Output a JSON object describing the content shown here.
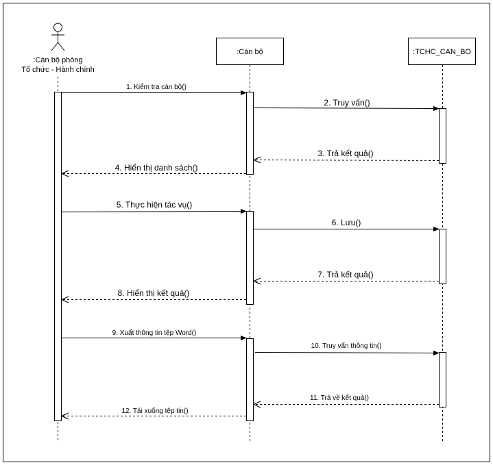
{
  "participants": [
    {
      "id": "actor",
      "kind": "actor",
      "label_line1": ":Cán bộ phòng",
      "label_line2": "Tổ chức - Hành chính"
    },
    {
      "id": "canbo",
      "kind": "object",
      "label": ":Cán bộ"
    },
    {
      "id": "db",
      "kind": "object",
      "label": ":TCHC_CAN_BO"
    }
  ],
  "messages": [
    {
      "n": 1,
      "label": "1. Kiểm tra cán bộ()",
      "type": "sync"
    },
    {
      "n": 2,
      "label": "2. Truy vấn()",
      "type": "sync"
    },
    {
      "n": 3,
      "label": "3. Trả kết quả()",
      "type": "return"
    },
    {
      "n": 4,
      "label": "4. Hiển thị danh sách()",
      "type": "return"
    },
    {
      "n": 5,
      "label": "5. Thực hiện tác vụ()",
      "type": "sync"
    },
    {
      "n": 6,
      "label": "6. Lưu()",
      "type": "sync"
    },
    {
      "n": 7,
      "label": "7. Trả kết quả()",
      "type": "return"
    },
    {
      "n": 8,
      "label": "8. Hiển thị kết quả()",
      "type": "return"
    },
    {
      "n": 9,
      "label": "9. Xuất thông tin tệp Word()",
      "type": "sync"
    },
    {
      "n": 10,
      "label": "10. Truy vấn thông tin()",
      "type": "sync"
    },
    {
      "n": 11,
      "label": "11. Trả về kết quả()",
      "type": "return"
    },
    {
      "n": 12,
      "label": "12. Tải xuống tệp tin()",
      "type": "return"
    }
  ]
}
